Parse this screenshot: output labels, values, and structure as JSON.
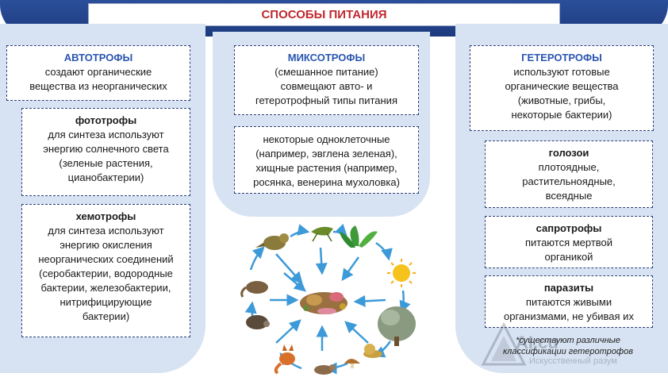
{
  "title": "СПОСОБЫ ПИТАНИЯ",
  "autotrophs": {
    "head": "АВТОТРОФЫ",
    "desc_lines": [
      "создают органические",
      "вещества из неорганических"
    ]
  },
  "phototrophs": {
    "head": "фототрофы",
    "lines": [
      "для синтеза используют",
      "энергию солнечного света",
      "(зеленые растения,",
      "цианобактерии)"
    ]
  },
  "chemotrophs": {
    "head": "хемотрофы",
    "lines": [
      "для синтеза используют",
      "энергию окисления",
      "неорганических соединений",
      "(серобактерии, водородные",
      "бактерии, железобактерии,",
      "нитрифицирующие",
      "бактерии)"
    ]
  },
  "mixotrophs": {
    "head": "МИКСОТРОФЫ",
    "desc_lines": [
      "(смешанное питание)",
      "совмещают авто- и",
      "гетеротрофный типы питания"
    ]
  },
  "mixotroph_examples": {
    "lines": [
      "некоторые одноклеточные",
      "(например, эвглена зеленая),",
      "хищные растения (например,",
      "росянка, венерина мухоловка)"
    ]
  },
  "heterotrophs": {
    "head": "ГЕТЕРОТРОФЫ",
    "desc_lines": [
      "используют готовые",
      "органические вещества",
      "(животные, грибы,",
      "некоторые бактерии)"
    ]
  },
  "holozoa": {
    "head": "голозои",
    "lines": [
      "плотоядные,",
      "растительноядные,",
      "всеядные"
    ]
  },
  "saprotrophs": {
    "head": "сапротрофы",
    "lines": [
      "питаются мертвой",
      "органикой"
    ]
  },
  "parasites": {
    "head": "паразиты",
    "lines": [
      "питаются живыми",
      "организмами, не убивая их"
    ]
  },
  "note_lines": [
    "*существуют различные",
    "классификации гетеротрофов"
  ],
  "watermark": {
    "line1": "AI.cu",
    "line2": "Искусственный разум"
  },
  "colors": {
    "topbar": "#1d3a7e",
    "panel": "#d7e3f2",
    "title_text": "#c0282e",
    "heading_blue": "#2a56b0",
    "card_border": "#2b3f7a",
    "arrow": "#3d9ad8"
  },
  "illustration": {
    "items": [
      "bird-icon",
      "grasshopper-icon",
      "plant-icon",
      "sun-icon",
      "tree-icon",
      "snail-icon",
      "mushroom-icon",
      "mouse-icon",
      "fox-icon",
      "hedgehog-icon",
      "lizard-icon",
      "decomposers-icon"
    ]
  }
}
